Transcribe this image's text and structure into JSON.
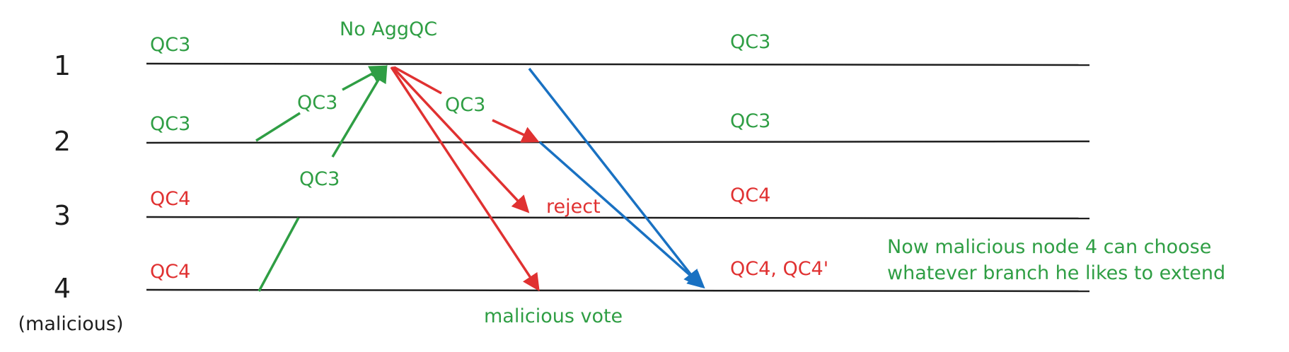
{
  "colors": {
    "ink": "#1e1e1e",
    "green": "#2f9e44",
    "red": "#e03131",
    "blue": "#1971c2",
    "background": "#ffffff"
  },
  "nodes": [
    {
      "id": "1",
      "sub": ""
    },
    {
      "id": "2",
      "sub": ""
    },
    {
      "id": "3",
      "sub": ""
    },
    {
      "id": "4",
      "sub": "(malicious)"
    }
  ],
  "left_qcs": [
    "QC3",
    "QC3",
    "QC4",
    "QC4"
  ],
  "right_qcs": [
    "QC3",
    "QC3",
    "QC4",
    "QC4, QC4'"
  ],
  "arrow_labels": {
    "top": "No AggQC",
    "from_node2": "QC3",
    "from_node4": "QC3",
    "to_node2": "QC3",
    "to_node3": "reject",
    "to_node4": "malicious vote"
  },
  "note": {
    "line1": "Now malicious node 4 can choose",
    "line2": "whatever branch he likes to extend"
  }
}
